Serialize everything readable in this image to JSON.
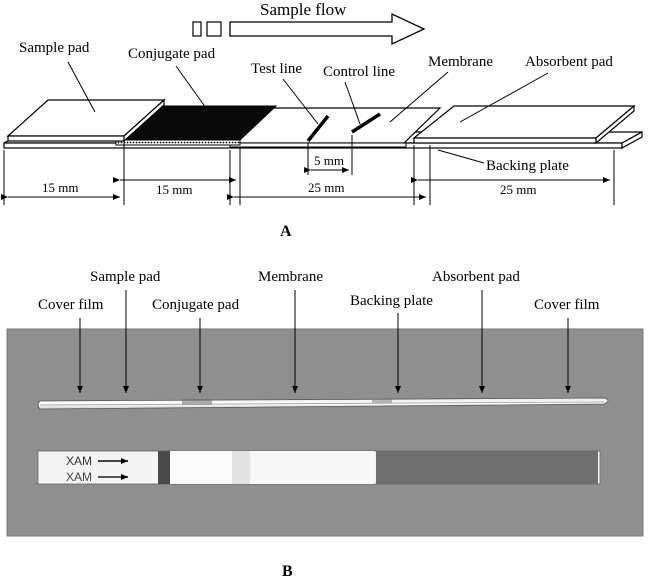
{
  "panel_a": {
    "flow_label": "Sample flow",
    "labels": {
      "sample_pad": "Sample pad",
      "conjugate_pad": "Conjugate pad",
      "test_line": "Test line",
      "control_line": "Control line",
      "membrane": "Membrane",
      "absorbent_pad": "Absorbent pad",
      "backing_plate": "Backing plate"
    },
    "dimensions": {
      "sample_pad": "15 mm",
      "conjugate_pad": "15 mm",
      "membrane": "25 mm",
      "line_gap": "5 mm",
      "absorbent_pad": "25 mm"
    },
    "panel_letter": "A"
  },
  "panel_b": {
    "labels": {
      "cover_film_left": "Cover film",
      "sample_pad": "Sample pad",
      "conjugate_pad": "Conjugate pad",
      "membrane": "Membrane",
      "backing_plate": "Backing plate",
      "absorbent_pad": "Absorbent pad",
      "cover_film_right": "Cover film"
    },
    "strip_text_1": "XAM",
    "strip_text_2": "XAM",
    "panel_letter": "B"
  },
  "colors": {
    "photo_background": "#8f8f8f",
    "conjugate_fill": "#0a0a0a",
    "absorbent_strip": "#6f6f6f"
  }
}
